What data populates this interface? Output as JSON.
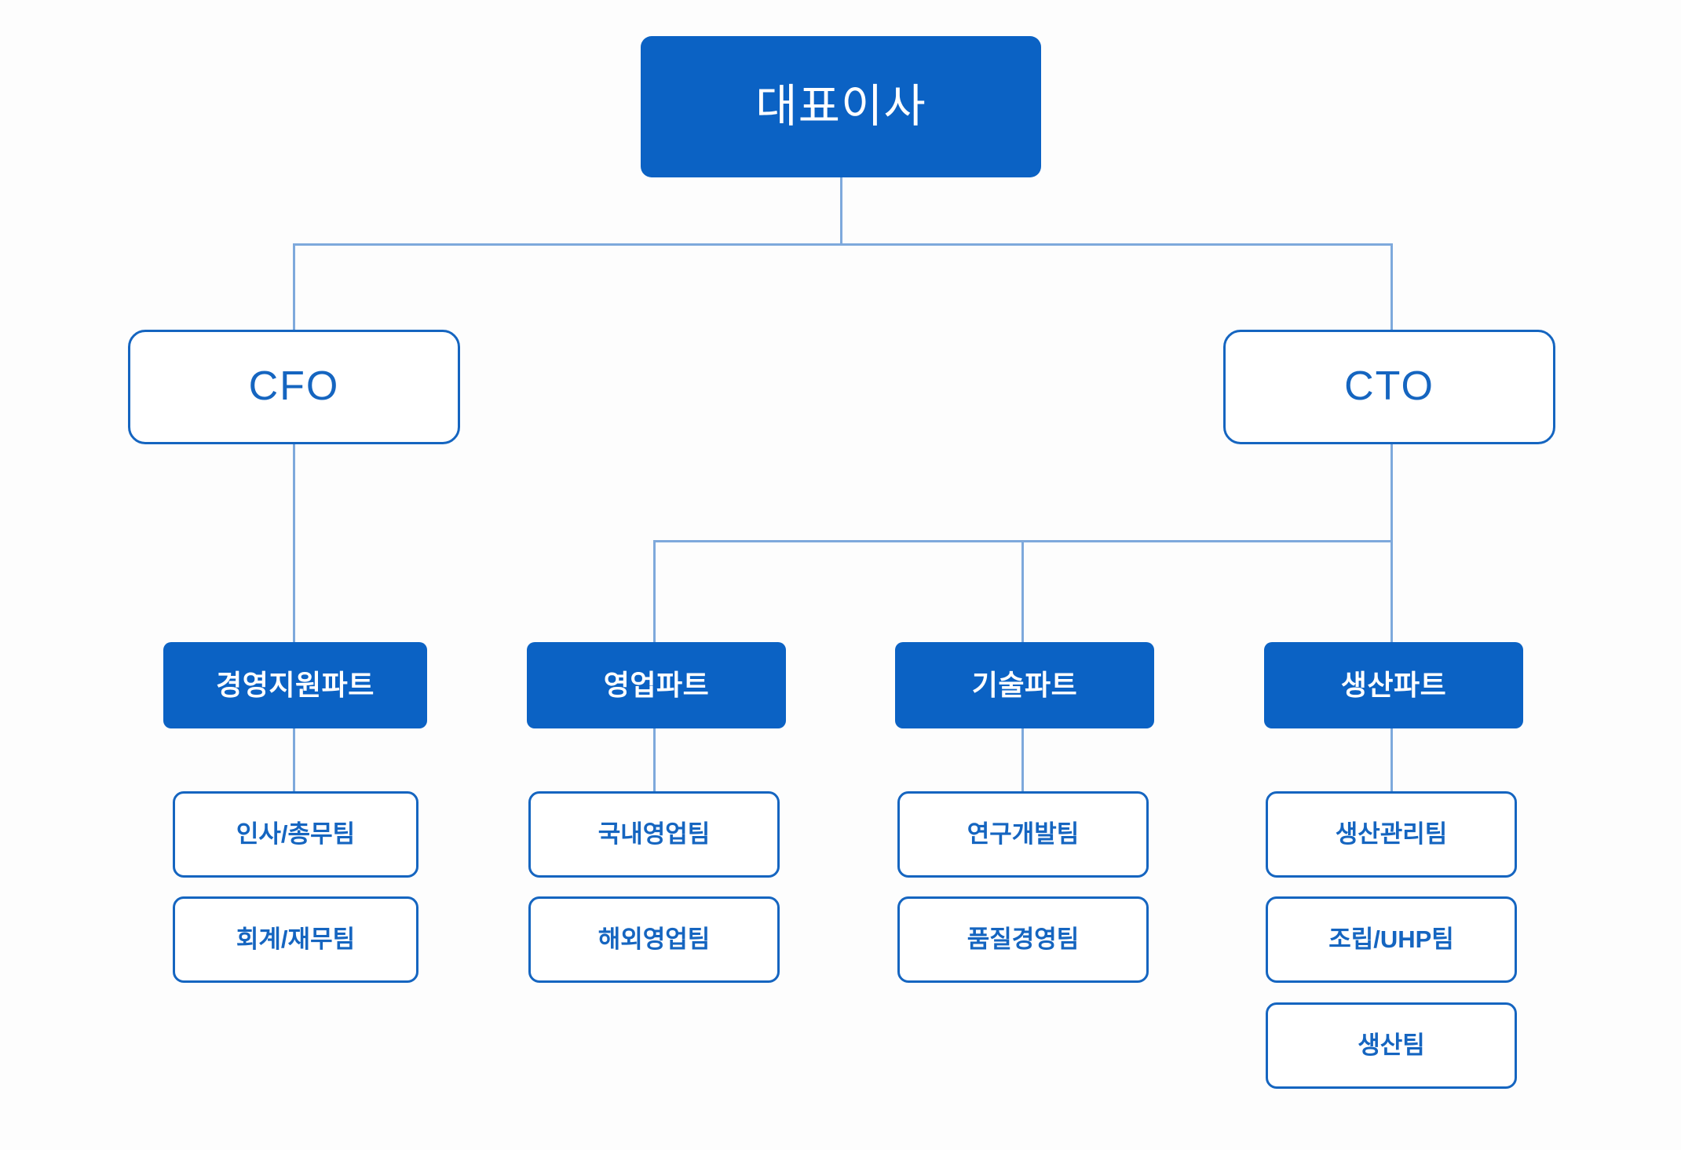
{
  "chart_data": {
    "type": "diagram",
    "diagram_type": "organization-chart",
    "title": "",
    "orientation": "top-down",
    "levels": [
      "executive",
      "officer",
      "part",
      "team"
    ],
    "colors": {
      "filled_node_background": "#0b62c4",
      "filled_node_text": "#ffffff",
      "outlined_node_background": "#ffffff",
      "outlined_node_border": "#1565c0",
      "outlined_node_text": "#1565c0",
      "connector_line": "#7ea9dc",
      "canvas_background": "#fdfdfd"
    },
    "nodes": [
      {
        "id": "ceo",
        "label": "대표이사",
        "level": 0,
        "style": "filled",
        "parent": null
      },
      {
        "id": "cfo",
        "label": "CFO",
        "level": 1,
        "style": "outlined",
        "parent": "ceo"
      },
      {
        "id": "cto",
        "label": "CTO",
        "level": 1,
        "style": "outlined",
        "parent": "ceo"
      },
      {
        "id": "p1",
        "label": "경영지원파트",
        "level": 2,
        "style": "filled",
        "parent": "cfo"
      },
      {
        "id": "p2",
        "label": "영업파트",
        "level": 2,
        "style": "filled",
        "parent": "cto"
      },
      {
        "id": "p3",
        "label": "기술파트",
        "level": 2,
        "style": "filled",
        "parent": "cto"
      },
      {
        "id": "p4",
        "label": "생산파트",
        "level": 2,
        "style": "filled",
        "parent": "cto"
      },
      {
        "id": "t1a",
        "label": "인사/총무팀",
        "level": 3,
        "style": "outlined",
        "parent": "p1"
      },
      {
        "id": "t1b",
        "label": "회계/재무팀",
        "level": 3,
        "style": "outlined",
        "parent": "p1"
      },
      {
        "id": "t2a",
        "label": "국내영업팀",
        "level": 3,
        "style": "outlined",
        "parent": "p2"
      },
      {
        "id": "t2b",
        "label": "해외영업팀",
        "level": 3,
        "style": "outlined",
        "parent": "p2"
      },
      {
        "id": "t3a",
        "label": "연구개발팀",
        "level": 3,
        "style": "outlined",
        "parent": "p3"
      },
      {
        "id": "t3b",
        "label": "품질경영팀",
        "level": 3,
        "style": "outlined",
        "parent": "p3"
      },
      {
        "id": "t4a",
        "label": "생산관리팀",
        "level": 3,
        "style": "outlined",
        "parent": "p4"
      },
      {
        "id": "t4b",
        "label": "조립/UHP팀",
        "level": 3,
        "style": "outlined",
        "parent": "p4"
      },
      {
        "id": "t4c",
        "label": "생산팀",
        "level": 3,
        "style": "outlined",
        "parent": "p4"
      }
    ]
  },
  "root": {
    "label": "대표이사"
  },
  "officers": [
    {
      "label": "CFO"
    },
    {
      "label": "CTO"
    }
  ],
  "parts": [
    {
      "label": "경영지원파트"
    },
    {
      "label": "영업파트"
    },
    {
      "label": "기술파트"
    },
    {
      "label": "생산파트"
    }
  ],
  "teams": {
    "management_support": [
      {
        "label": "인사/총무팀"
      },
      {
        "label": "회계/재무팀"
      }
    ],
    "sales": [
      {
        "label": "국내영업팀"
      },
      {
        "label": "해외영업팀"
      }
    ],
    "technology": [
      {
        "label": "연구개발팀"
      },
      {
        "label": "품질경영팀"
      }
    ],
    "production": [
      {
        "label": "생산관리팀"
      },
      {
        "label": "조립/UHP팀"
      },
      {
        "label": "생산팀"
      }
    ]
  }
}
